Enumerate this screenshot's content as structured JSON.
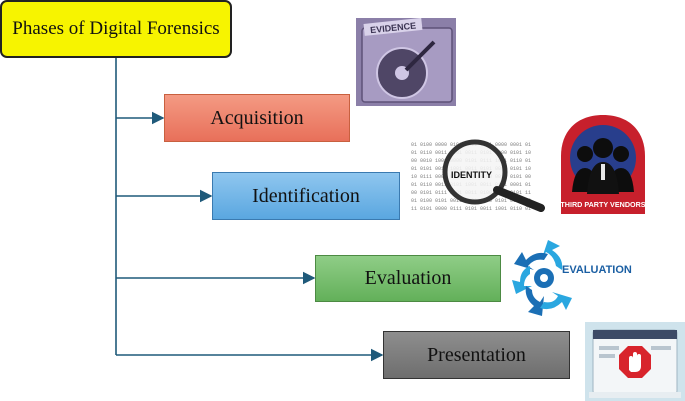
{
  "title": "Phases of Digital Forensics",
  "phases": [
    {
      "label": "Acquisition"
    },
    {
      "label": "Identification"
    },
    {
      "label": "Evaluation"
    },
    {
      "label": "Presentation"
    }
  ],
  "images": {
    "evidence": {
      "text": "EVIDENCE"
    },
    "identity": {
      "text": "IDENTITY"
    },
    "vendors": {
      "text": "THIRD PARTY VENDORS"
    },
    "evaluation": {
      "text": "EVALUATION"
    }
  },
  "colors": {
    "title": "#f7f400",
    "acquisition": "#ee8068",
    "identification": "#6fb3e6",
    "evaluation": "#75bc6c",
    "presentation": "#7a7a7a",
    "connector": "#1f5a7a"
  }
}
